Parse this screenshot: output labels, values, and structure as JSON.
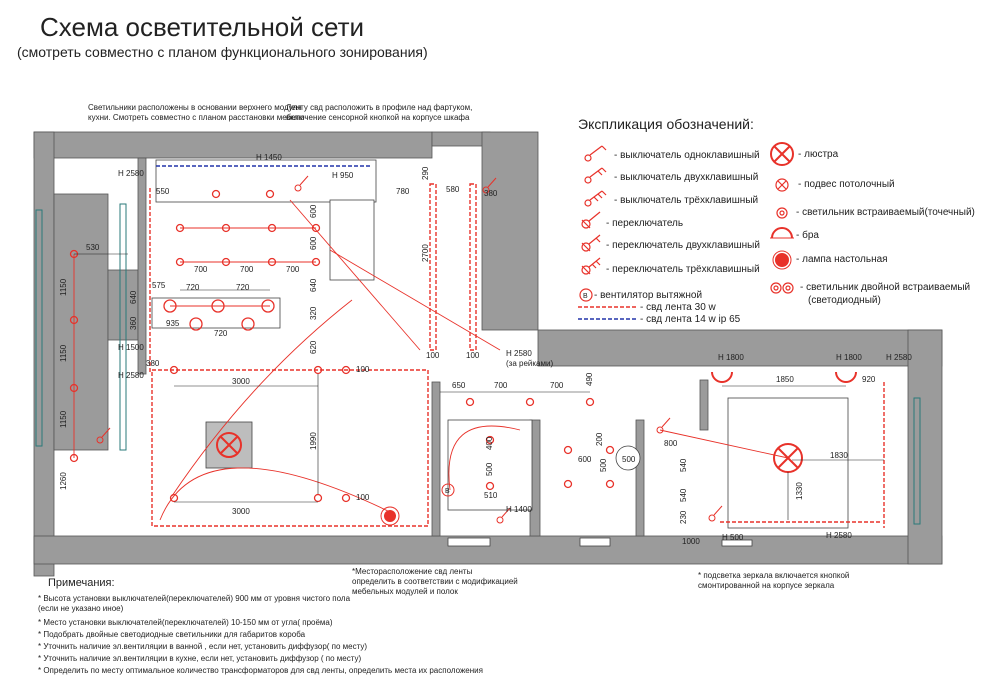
{
  "title": "Схема осветительной сети",
  "subtitle": "(смотреть совместно с планом функционального зонирования)",
  "top_notes": {
    "kitchen_lights": [
      "Светильники расположены в основании верхнего модуля",
      "кухни. Смотреть совместно с планом расстановки мебели"
    ],
    "led_tape": [
      "Ленту свд расположить в профиле над фартуком,",
      "включение сенсорной кнопкой на корпусе шкафа"
    ]
  },
  "legend": {
    "title": "Экспликация обозначений:",
    "items": [
      "- выключатель одноклавишный",
      "- выключатель двухклавишный",
      "- выключатель трёхклавишный",
      "- переключатель",
      "- переключатель двухклавишный",
      "- переключатель трёхклавишный",
      "- вентилятор вытяжной",
      "- свд лента 30 w",
      "- свд лента 14 w ip 65",
      "- люстра",
      "- подвес потолочный",
      "- светильник встраиваемый(точечный)",
      "- бра",
      "- лампа настольная",
      "- светильник двойной встраиваемый",
      "(светодиодный)"
    ],
    "fan_symbol_letter": "B"
  },
  "plan_labels": {
    "dims": [
      "530",
      "1150",
      "1150",
      "1150",
      "1260",
      "640",
      "360",
      "575",
      "720",
      "720",
      "935",
      "720",
      "380",
      "3000",
      "3000",
      "1990",
      "620",
      "320",
      "640",
      "600",
      "600",
      "700",
      "700",
      "700",
      "780",
      "580",
      "290",
      "2700",
      "380",
      "100",
      "100",
      "100",
      "100",
      "650",
      "700",
      "700",
      "490",
      "1850",
      "920",
      "1830",
      "1330",
      "800",
      "540",
      "540",
      "230",
      "600",
      "500",
      "500",
      "400",
      "500",
      "510",
      "200",
      "1000"
    ],
    "heights": [
      "H 2580",
      "H 1450",
      "H 950",
      "H 1500",
      "H 2580",
      "H 2580",
      "H 1800",
      "H 1800",
      "H 2580",
      "H 1400",
      "H 500",
      "H 2580"
    ],
    "rail_note": "(за рейками)",
    "height_2580_rail": "H 2580",
    "fan_letter": "B"
  },
  "bottom_notes": {
    "led_location": [
      "*Месторасположение свд ленты",
      "определить в соответствии с модификацией",
      "мебельных модулей и полок"
    ],
    "mirror": [
      "* подсветка зеркала включается кнопкой",
      "смонтированной на корпусе зеркала"
    ]
  },
  "remarks": {
    "title": "Примечания:",
    "lines": [
      "* Высота установки выключателей(переключателей) 900 мм от уровня чистого пола",
      "(если не указано иное)",
      "* Место установки выключателей(переключателей) 10-150 мм от угла( проёма)",
      "* Подобрать двойные светодиодные светильники для габаритов короба",
      "* Уточнить наличие эл.вентиляции в ванной , если нет, установить диффузор( по месту)",
      "* Уточнить наличие эл.вентиляции в кухне, если нет, установить диффузор ( по месту)",
      "* Определить по месту оптимальное количество трансформаторов для свд ленты, определить места их расположения"
    ]
  },
  "colors": {
    "wall": "#9b9b9b",
    "wire": "#e8322a",
    "led_blue": "#2233aa",
    "ink": "#222222"
  }
}
